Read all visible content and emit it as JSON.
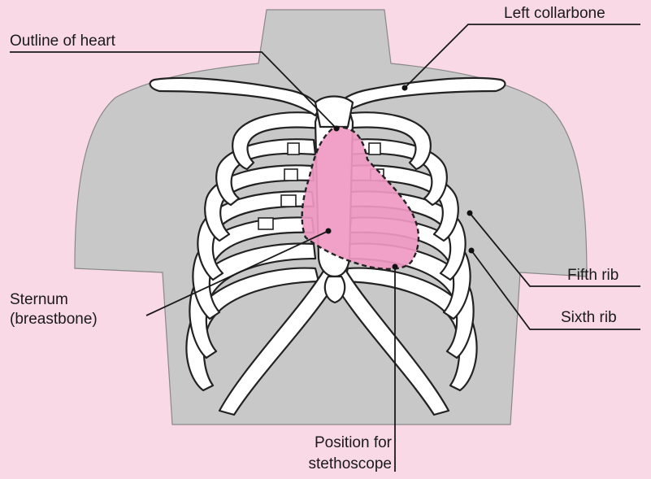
{
  "labels": {
    "outline_heart": "Outline of heart",
    "left_collarbone": "Left collarbone",
    "fifth_rib": "Fifth rib",
    "sixth_rib": "Sixth rib",
    "sternum_line1": "Sternum",
    "sternum_line2": "(breastbone)",
    "stethoscope_line1": "Position for",
    "stethoscope_line2": "stethoscope"
  },
  "colors": {
    "background": "#f9d9e6",
    "torso": "#c8c8c8",
    "heart_fill": "#f099c2",
    "bone": "#ffffff",
    "outline": "#222222"
  }
}
